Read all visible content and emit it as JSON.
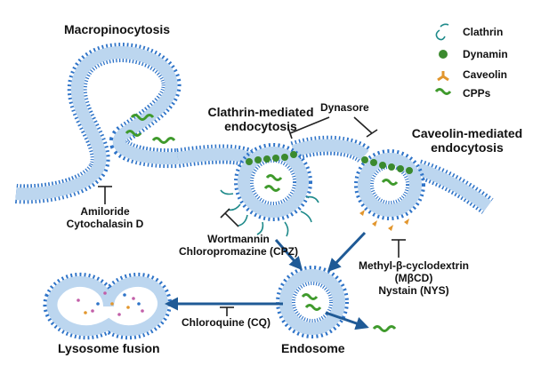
{
  "titles": {
    "macropinocytosis": "Macropinocytosis",
    "clathrin_line1": "Clathrin-mediated",
    "clathrin_line2": "endocytosis",
    "caveolin_line1": "Caveolin-mediated",
    "caveolin_line2": "endocytosis",
    "endosome": "Endosome",
    "lysosome_fusion": "Lysosome fusion"
  },
  "inhibitors": {
    "macro_line1": "Amiloride",
    "macro_line2": "Cytochalasin D",
    "dynasore": "Dynasore",
    "clathrin_line1": "Wortmannin",
    "clathrin_line2": "Chloropromazine (CPZ)",
    "caveolin_line1": "Methyl-β-cyclodextrin",
    "caveolin_line2": "(MβCD)",
    "caveolin_line3": "Nystain (NYS)",
    "lysosome": "Chloroquine (CQ)"
  },
  "legend": {
    "clathrin": "Clathrin",
    "dynamin": "Dynamin",
    "caveolin": "Caveolin",
    "cpps": "CPPs"
  },
  "colors": {
    "membrane_head": "#2f74c8",
    "membrane_tail": "#bcd6ef",
    "arrow": "#1f5a96",
    "dynamin": "#3b8a2e",
    "caveolin": "#e2962d",
    "cpp": "#3f9a2c",
    "clathrin": "#1e8a8a"
  }
}
